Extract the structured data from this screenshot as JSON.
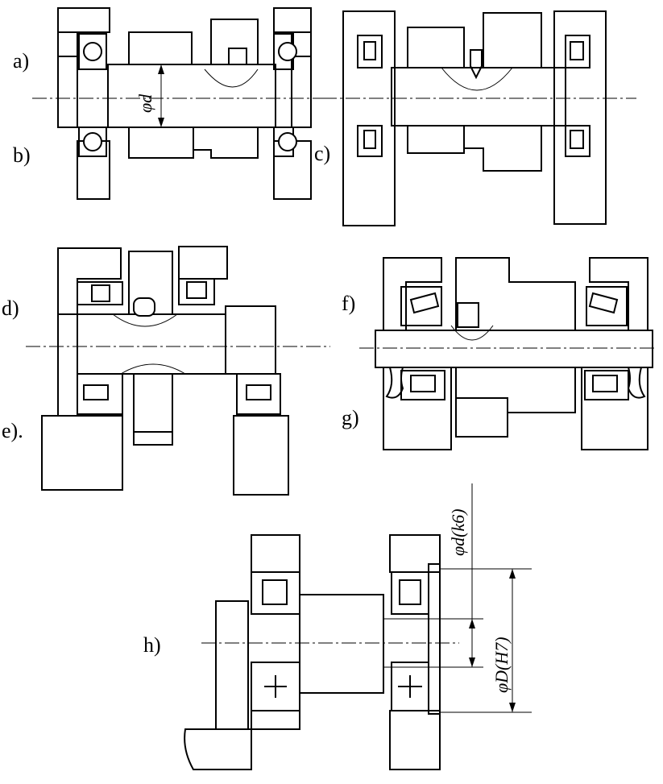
{
  "labels": {
    "a": "a)",
    "b": "b)",
    "c": "c)",
    "d": "d)",
    "e": "e).",
    "f": "f)",
    "g": "g)",
    "h": "h)"
  },
  "dimensions": {
    "shaft_diameter_a": "φd",
    "shaft_diameter_h": "φd(k6)",
    "bore_diameter_h": "φD(H7)"
  }
}
